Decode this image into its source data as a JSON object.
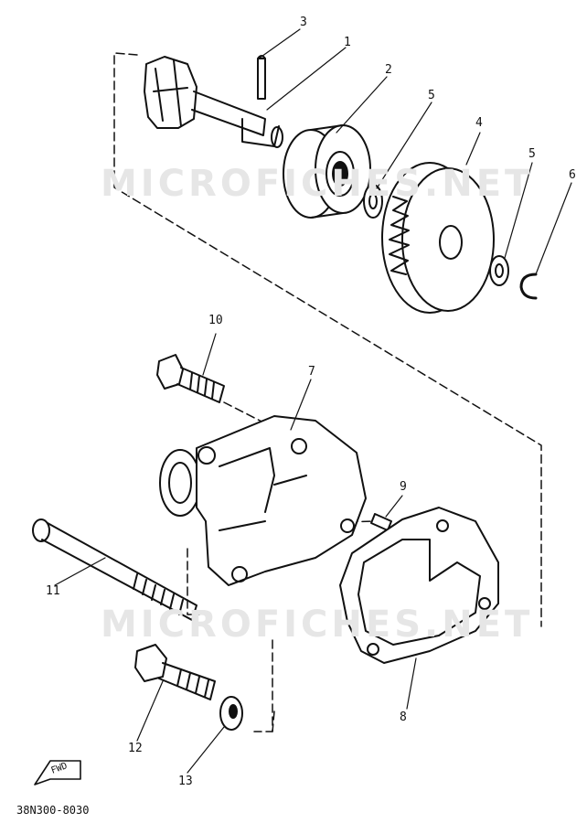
{
  "watermark": "MICROFICHES.NET",
  "labels": {
    "p1": "1",
    "p2": "2",
    "p3": "3",
    "p4": "4",
    "p5a": "5",
    "p5b": "5",
    "p6": "6",
    "p7": "7",
    "p8": "8",
    "p9": "9",
    "p10": "10",
    "p11": "11",
    "p12": "12",
    "p13": "13"
  },
  "fwd": "FWD",
  "diagram_code": "38N300-8030"
}
